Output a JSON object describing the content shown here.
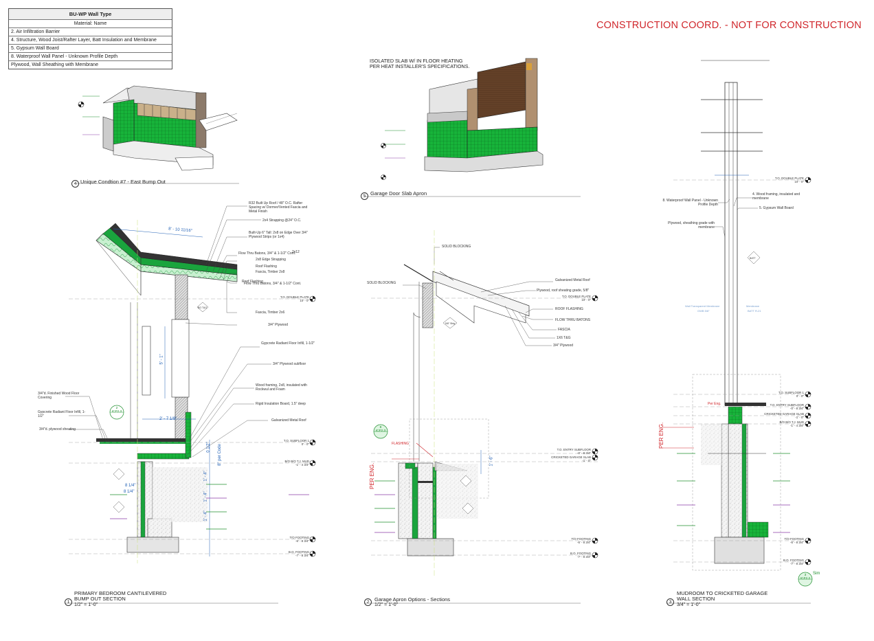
{
  "banner": "CONSTRUCTION COORD.  - NOT FOR CONSTRUCTION",
  "legend": {
    "title": "BU-WP Wall Type",
    "header": "Material: Name",
    "rows": [
      "2. Air Infiltration Barrier",
      "4. Structure, Wood Joist/Rafter Layer, Batt Insulation and Membrane",
      "5. Gypsum Wall Board",
      "8. Waterproof Wall Panel - Unknown Profile Depth",
      "Plywood, Wall Sheathing with Membrane"
    ]
  },
  "colors": {
    "insulation_green": "#17b33a",
    "red": "#d0262b",
    "dim_blue": "#1f5fb5",
    "wood": "#5c3b24"
  },
  "views": {
    "v4": {
      "num": "4",
      "title": "Unique Condtion #7 - East Bump Out"
    },
    "v5": {
      "num": "5",
      "title": "Garage Door Slab Apron",
      "note": "ISOLATED SLAB W/ IN FLOOR HEATING PER HEAT INSTALLER'S SPECIFICATIONS."
    },
    "v1": {
      "num": "1",
      "title_line1": "PRIMARY BEDROOM CANTILEVERED",
      "title_line2": "BUMP OUT SECTION",
      "scale": "1/2\" = 1'-0\""
    },
    "v2": {
      "num": "2",
      "title_line1": "Garage Apron Options - Sections",
      "scale": "1/2\" = 1'-0\""
    },
    "v3": {
      "num": "3",
      "title_line1": "MUDROOM TO CRICKETED GARAGE",
      "title_line2": "WALL SECTION",
      "scale": "3/4\" = 1'-0\""
    }
  },
  "notes_v1": {
    "n1": "R32 Built Up Roof / 48\" O.C. Rafter Spacing w/ Dormer/Vented Fascia and Metal Finish",
    "n2": "2x4 Strapping @24\" O.C.",
    "n3": "Built-Up 6\" Tall: 2x8 on Edge Over 3/4\" Plywood Strips (or 1x4)",
    "n4": "Flow Thru Batons, 3/4\" & 1-1/2\" Cont.",
    "n4b": "2x12",
    "n5": "2x8 Edge Strapping",
    "n6": "Roof Flashing",
    "n7": "Fascia, Timber 2x8",
    "n8": "Roof Flashing",
    "n9": "Flow Thru Batons, 3/4\" & 1-1/2\" Cont.",
    "n10": "Fascia, Timber 2x6",
    "n11": "3/4\" Plywood",
    "n12": "Gypcrete Radiant Floor Infill, 1-1/2\"",
    "n13": "3/4\" Plywood subfloor",
    "n14": "Wood framing, 2x8, insulated with Rockwul and Foam",
    "n15": "Rigid Insulation Board, 1.5\" deep",
    "n16": "Galvanized Metal Roof",
    "l1": "3/4\"d. Finished Wood Floor Covering",
    "l2": "Gypcrete Radiant Floor Infill, 1-1/2\"",
    "l3": "3/4\"d. plywood sheating"
  },
  "notes_v2": {
    "n1": "SOLID BLOCKING",
    "n2": "SOLID BLOCKING",
    "n3": "Galvanized Metal Roof",
    "n4": "Plywood, roof sheating grade, 5/8\"",
    "n5": "ROOF FLASHING",
    "n6": "FLOW THRU BATONS",
    "n7": "FASCIA",
    "n8": "1X6 T&G",
    "n9": "3/4\" Plywood"
  },
  "notes_v3": {
    "n1": "8. Waterproof Wall Panel - Unknown Profile Depth",
    "n2": "4. Wood framing, insulated and membrane",
    "n3": "5. Gypsum Wall Board",
    "n4": "Plywood, sheathing grade with membrane"
  },
  "levels_v1": {
    "a1": "T.O. DOUBLE PLATE",
    "a2": "10' - 0\"",
    "b1": "T.O. SUBFLOOR 1",
    "b2": "0' - 0\"",
    "c1": "B/O B/O T.J. MUD",
    "c2": "-1' - 4 3/4\"",
    "d1": "T/O FOOTING",
    "d2": "-6' - 8 3/4\"",
    "e1": "B.O. FOOTING",
    "e2": "-7' - 8 3/4\""
  },
  "levels_v2": {
    "a1": "T.O. DOUBLE PLATE",
    "a2": "10' - 0\"",
    "b1": "T.O. ENTRY SUBFLOOR",
    "b2": "-0' - 8 3/4\"",
    "c1": "CRICKETED GARAGE SLAB",
    "c2": "-1' - 0\"",
    "d1": "T/O FOOTING",
    "d2": "-6' - 8 3/4\"",
    "e1": "B.O. FOOTING",
    "e2": "-7' - 8 3/4\""
  },
  "levels_v3": {
    "a1": "T.O. DOUBLE PLATE",
    "a2": "10' - 0\"",
    "b1": "T.O. SUBFLOOR 1",
    "b2": "0' - 0\"",
    "c1": "T.O. ENTRY SUBFLOOR",
    "c2": "-0' - 8 3/4\"",
    "d1": "CRICKETED GARAGE SLAB",
    "d2": "-1' - 0\"",
    "e1": "B/O B/O T.J. MUD",
    "e2": "-1' - 4 3/4\"",
    "f1": "T/O FOOTING",
    "f2": "-6' - 8 3/4\"",
    "g1": "B.O. FOOTING",
    "g2": "-7' - 8 3/4\""
  },
  "dims": {
    "d1": "8' - 10 11/16\"",
    "d2": "5' - 1\"",
    "d3": "2' - 7 1/8\"",
    "d4": "0 1/2\"",
    "d5": "8\" per Code",
    "d6": "1' - 4\"",
    "d7": "1' - 4\"",
    "d8": "1' - 4\"",
    "d9": "8 1/4\"",
    "d10": "8 1/4\"",
    "d11": "1' - 6\""
  },
  "tags": {
    "t1": "2",
    "t1b": "ICF2.3",
    "t2": "8",
    "t2b": "ICF2.3",
    "t3": "3",
    "t3b": "ICF2.2",
    "sim": "Sim"
  },
  "per_eng": "PER ENG.",
  "small_labels": {
    "flashing": "FLASHING",
    "per_eng_small": "Per Eng.",
    "diamond1": "BO T&G",
    "diamond2": "5/8\" Shtg",
    "diamond3": "BATT",
    "faint1": "Wall Transparent Membrane",
    "faint2": "GWB 5/8\"",
    "faint3": "Membrane",
    "faint4": "BATT R-21"
  }
}
